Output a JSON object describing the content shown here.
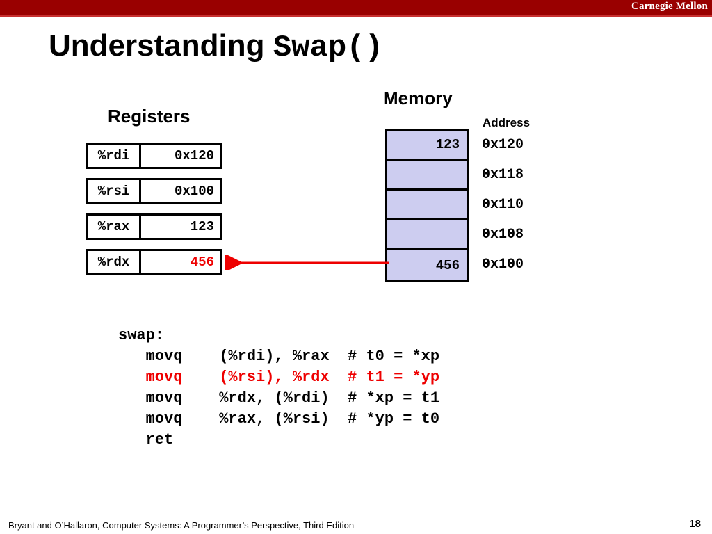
{
  "brand": {
    "name": "Carnegie Mellon",
    "bar_color": "#990000",
    "underline_color": "#c63030"
  },
  "slide": {
    "title_prefix": "Understanding ",
    "title_mono": "Swap()"
  },
  "registers": {
    "heading": "Registers",
    "rows": [
      {
        "name": "%rdi",
        "value": "0x120",
        "highlight": false
      },
      {
        "name": "%rsi",
        "value": "0x100",
        "highlight": false
      },
      {
        "name": "%rax",
        "value": "123",
        "highlight": false
      },
      {
        "name": "%rdx",
        "value": "456",
        "highlight": true
      }
    ]
  },
  "memory": {
    "heading": "Memory",
    "address_heading": "Address",
    "fill_color": "#cdcdf0",
    "cells": [
      {
        "value": "123",
        "address": "0x120"
      },
      {
        "value": "",
        "address": "0x118"
      },
      {
        "value": "",
        "address": "0x110"
      },
      {
        "value": "",
        "address": "0x108"
      },
      {
        "value": "456",
        "address": "0x100"
      }
    ]
  },
  "arrow": {
    "name": "memory-to-rdx-arrow",
    "color": "#ee0000",
    "direction": "right-to-left"
  },
  "code": {
    "lines": [
      {
        "text": "swap:",
        "red": false
      },
      {
        "text": "   movq    (%rdi), %rax  # t0 = *xp",
        "red": false
      },
      {
        "text": "   movq    (%rsi), %rdx  # t1 = *yp",
        "red": true
      },
      {
        "text": "   movq    %rdx, (%rdi)  # *xp = t1",
        "red": false
      },
      {
        "text": "   movq    %rax, (%rsi)  # *yp = t0",
        "red": false
      },
      {
        "text": "   ret",
        "red": false
      }
    ]
  },
  "footer": {
    "attribution": "Bryant and O’Hallaron, Computer Systems: A Programmer’s Perspective, Third Edition",
    "page_number": "18"
  },
  "colors": {
    "accent_red": "#ee0000",
    "brand_red": "#990000"
  }
}
